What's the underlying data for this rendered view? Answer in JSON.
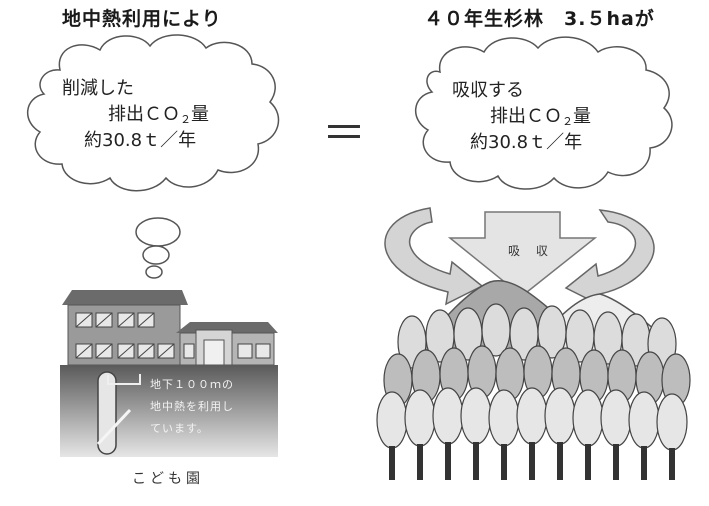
{
  "left": {
    "title": "地中熱利用により",
    "cloud_line1": "削減した",
    "cloud_line2_prefix": "排出ＣＯ",
    "cloud_line2_sub": "２",
    "cloud_line2_suffix": "量",
    "cloud_line3": "約30.8ｔ／年",
    "ground_line1": "地下１００ｍの",
    "ground_line2": "地中熱を利用し",
    "ground_line3": "ています。",
    "caption": "こども園"
  },
  "equals_sign": "＝",
  "right": {
    "title": "４０年生杉林　3.５haが",
    "cloud_line1": "吸収する",
    "cloud_line2_prefix": "排出ＣＯ",
    "cloud_line2_sub": "２",
    "cloud_line2_suffix": "量",
    "cloud_line3": "約30.8ｔ／年",
    "arrow_label": "吸 収"
  }
}
